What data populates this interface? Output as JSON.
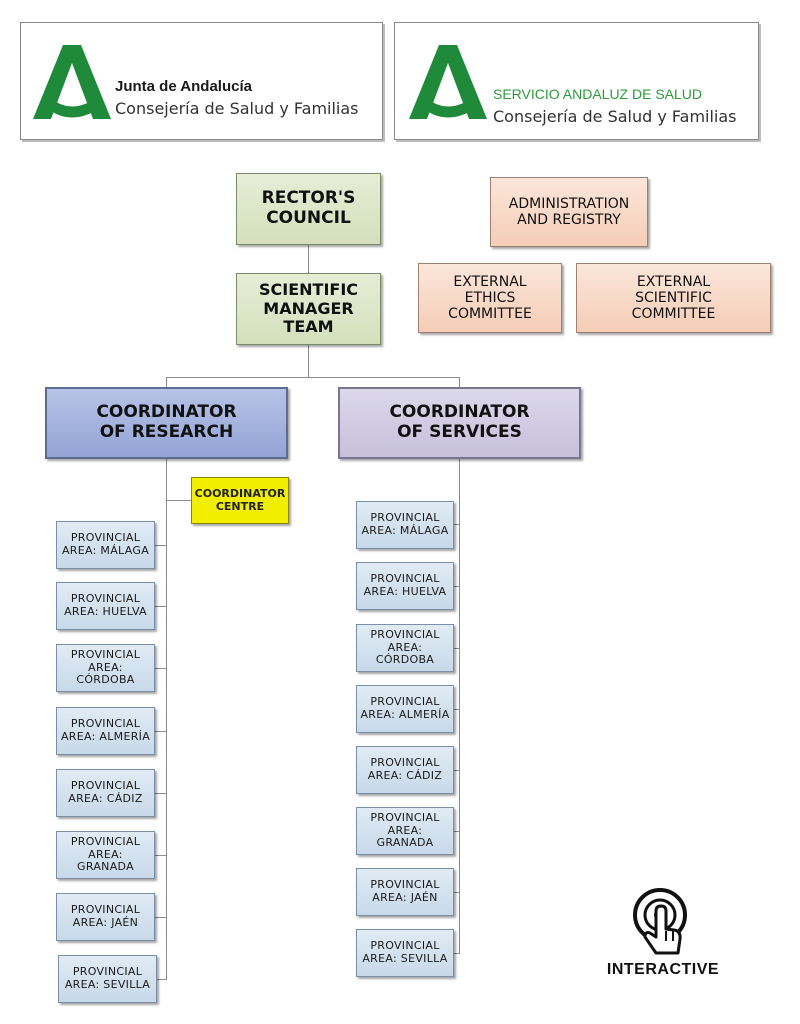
{
  "header": {
    "logo_left": {
      "line1": "Junta de Andalucía",
      "line2": "Consejería de Salud y Familias"
    },
    "logo_right": {
      "line1": "SERVICIO ANDALUZ DE SALUD",
      "line2": "Consejería de Salud y Familias"
    }
  },
  "org": {
    "rectors_council": "RECTOR'S\nCOUNCIL",
    "scientific_manager_team": "SCIENTIFIC\nMANAGER\nTEAM",
    "administration_registry": "ADMINISTRATION\nAND REGISTRY",
    "external_ethics": "EXTERNAL\nETHICS\nCOMMITTEE",
    "external_scientific": "EXTERNAL\nSCIENTIFIC\nCOMMITTEE",
    "coordinator_research": "COORDINATOR\nOF RESEARCH",
    "coordinator_services": "COORDINATOR\nOF SERVICES",
    "coordinator_centre": "COORDINATOR\nCENTRE",
    "research_areas": [
      "PROVINCIAL\nAREA: MÁLAGA",
      "PROVINCIAL\nAREA: HUELVA",
      "PROVINCIAL\nAREA:\nCÓRDOBA",
      "PROVINCIAL\nAREA: ALMERÍA",
      "PROVINCIAL\nAREA: CÁDIZ",
      "PROVINCIAL\nAREA:\nGRANADA",
      "PROVINCIAL\nAREA: JAÉN",
      "PROVINCIAL\nAREA: SEVILLA"
    ],
    "services_areas": [
      "PROVINCIAL\nAREA: MÁLAGA",
      "PROVINCIAL\nAREA: HUELVA",
      "PROVINCIAL\nAREA:\nCÓRDOBA",
      "PROVINCIAL\nAREA: ALMERÍA",
      "PROVINCIAL\nAREA: CÁDIZ",
      "PROVINCIAL\nAREA:\nGRANADA",
      "PROVINCIAL\nAREA: JAÉN",
      "PROVINCIAL\nAREA: SEVILLA"
    ]
  },
  "interactive": {
    "label": "INTERACTIVE",
    "icon": "touch-hand-icon"
  },
  "colors": {
    "logo_green": "#1f8a3a",
    "green_box": "#dbe5c6",
    "peach_box": "#f8d8c6",
    "blue_box": "#a3b1dc",
    "lavender_box": "#d0cbe2",
    "yellow_box": "#f2ee00",
    "area_box": "#d4e2ef"
  }
}
